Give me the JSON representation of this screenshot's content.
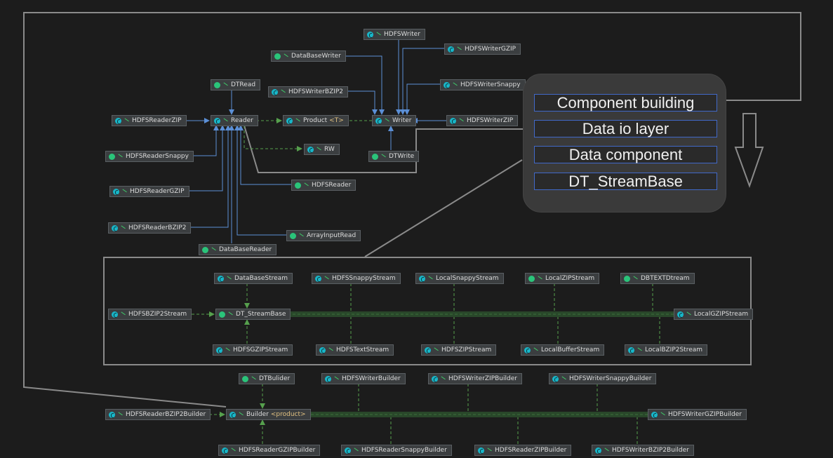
{
  "nodes": {
    "hdfs_writer": "HDFSWriter",
    "database_writer": "DataBaseWriter",
    "hdfs_writer_gzip": "HDFSWriterGZIP",
    "hdfs_writer_bzip2": "HDFSWriterBZIP2",
    "hdfs_writer_snappy": "HDFSWriterSnappy",
    "dt_read": "DTRead",
    "hdfs_reader_zip": "HDFSReaderZIP",
    "reader": "Reader",
    "product": "Product",
    "product_generic": "<T>",
    "writer": "Writer",
    "hdfs_writer_zip": "HDFSWriterZIP",
    "hdfs_reader_snappy": "HDFSReaderSnappy",
    "rw": "RW",
    "dt_write": "DTWrite",
    "hdfs_reader_gzip": "HDFSReaderGZIP",
    "hdfs_reader": "HDFSReader",
    "hdfs_reader_bzip2": "HDFSReaderBZIP2",
    "array_input_read": "ArrayInputRead",
    "database_reader": "DataBaseReader",
    "database_stream": "DataBaseStream",
    "hdfs_snappy_stream": "HDFSSnappyStream",
    "local_snappy_stream": "LocalSnappyStream",
    "local_zip_stream": "LocalZIPStream",
    "dbtext_dtream": "DBTEXTDtream",
    "hdfs_bzip2_stream": "HDFSBZIP2Stream",
    "dt_streambase": "DT_StreamBase",
    "local_gzip_stream": "LocalGZIPStream",
    "hdfs_gzip_stream": "HDFSGZIPStream",
    "hdfs_text_stream": "HDFSTextStream",
    "hdfs_zip_stream": "HDFSZIPStream",
    "local_buffer_stream": "LocalBufferStream",
    "local_bzip2_stream": "LocalBZIP2Stream",
    "dt_bulider": "DTBulider",
    "hdfs_writer_builder": "HDFSWriterBuilder",
    "hdfs_writer_zip_builder": "HDFSWriterZIPBuilder",
    "hdfs_writer_snappy_builder": "HDFSWriterSnappyBuilder",
    "hdfs_reader_bzip2_builder": "HDFSReaderBZIP2Builder",
    "builder": "Builder",
    "builder_generic": "<product>",
    "hdfs_writer_gzip_builder": "HDFSWriterGZIPBuilder",
    "hdfs_reader_gzip_builder": "HDFSReaderGZIPBuilder",
    "hdfs_reader_snappy_builder": "HDFSReaderSnappyBuilder",
    "hdfs_reader_zip_builder": "HDFSReaderZIPBuilder",
    "hdfs_writer_bzip2_builder": "HDFSWriterBZIP2Builder"
  },
  "legend": {
    "item1": "Component building",
    "item2": "Data io layer",
    "item3": "Data component",
    "item4": "DT_StreamBase"
  },
  "colors": {
    "background": "#1c1c1c",
    "class_icon": "#18b6c8",
    "interface_icon": "#2ac47a",
    "inherit_edge": "#5b8fd6",
    "impl_edge": "#56a04d",
    "legend_border": "#4169c9",
    "outline": "#8a8a8a"
  }
}
